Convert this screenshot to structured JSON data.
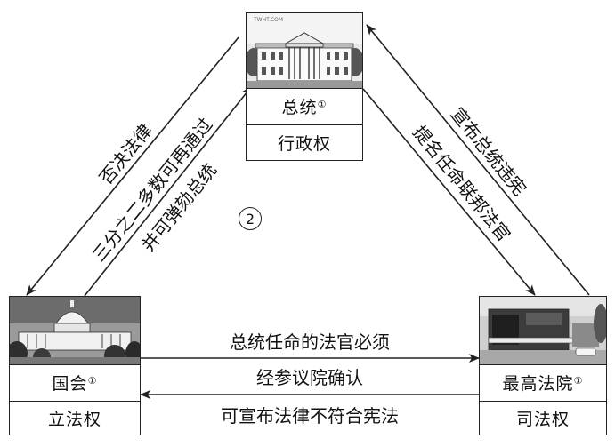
{
  "president": {
    "photo_caption": "TWHT.COM",
    "title": "总统",
    "note_mark": "①",
    "power": "行政权"
  },
  "congress": {
    "title": "国会",
    "note_mark": "①",
    "power": "立法权"
  },
  "court": {
    "title": "最高法院",
    "note_mark": "①",
    "power": "司法权"
  },
  "edges": {
    "president_to_congress": "否决法律",
    "congress_to_president_line1": "三分之二多数可再通过",
    "congress_to_president_line2": "并可弹劾总统",
    "court_to_president": "宣布总统违宪",
    "president_to_court": "提名任命联邦法官",
    "congress_to_court_line1": "总统任命的法官必须",
    "congress_to_court_line2": "经参议院确认",
    "court_to_congress": "可宣布法律不符合宪法"
  },
  "center_mark": "②"
}
